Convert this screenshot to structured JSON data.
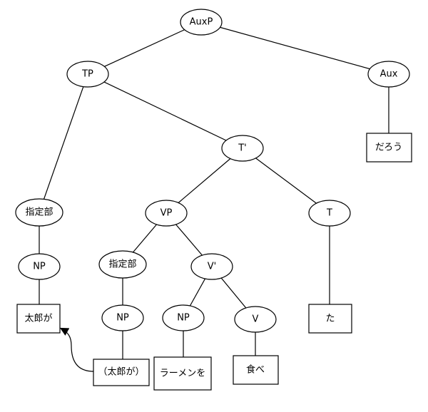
{
  "tree": {
    "nodes": {
      "auxp": "AuxP",
      "tp": "TP",
      "aux": "Aux",
      "t_bar": "T'",
      "spec_tp": "指定部",
      "vp": "VP",
      "t": "T",
      "np_tp": "NP",
      "spec_vp": "指定部",
      "v_bar": "V'",
      "np_vp": "NP",
      "np_obj": "NP",
      "v": "V"
    },
    "leaves": {
      "daro": "だろう",
      "taro": "太郎が",
      "taro_trace": "（太郎が）",
      "ramen": "ラーメンを",
      "tabe": "食べ",
      "ta": "た"
    }
  }
}
